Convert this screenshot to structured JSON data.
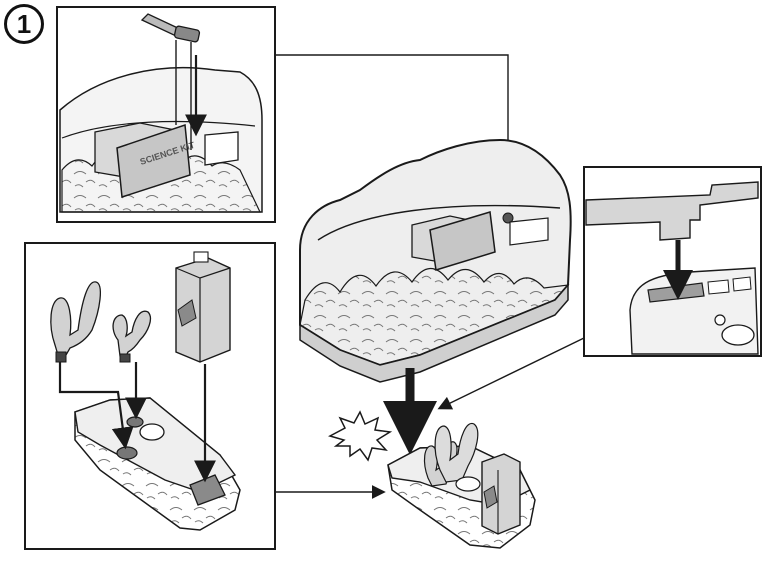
{
  "step": {
    "number": "1"
  },
  "colors": {
    "line": "#1a1a1a",
    "fill": "#ffffff",
    "shade_light": "#e6e6e6",
    "shade_mid": "#bdbdbd",
    "shade_dark": "#8a8a8a"
  },
  "icons": {
    "step_marker": "circled-number",
    "snap_burst": "starburst-icon",
    "direction": "arrow-icon"
  },
  "panels": {
    "detail_top_left": {
      "description_id": "lid-badge-and-pin-detail"
    },
    "detail_left": {
      "description_id": "base-cactus-and-cartridge-assembly"
    },
    "detail_right": {
      "description_id": "clip-into-slot-detail"
    }
  },
  "parts": {
    "label_card_text": "SCIENCE KIT"
  }
}
